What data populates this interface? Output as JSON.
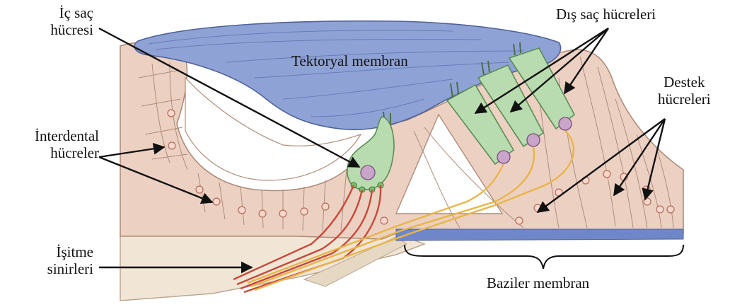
{
  "colors": {
    "tissue": "#ecd1c2",
    "tissue_stroke": "#b08b7a",
    "tectorial": "#8fa2d6",
    "tectorial_stroke": "#4f6299",
    "hair_cell": "#b8dbb0",
    "hair_cell_stroke": "#5b8c55",
    "nerve_red": "#c8493a",
    "nerve_yellow": "#e8b54a",
    "basilar": "#6f86c8",
    "bone": "#f1e6d6"
  },
  "labels": {
    "inner_hair_cell": [
      "İç saç",
      "hücresi"
    ],
    "tectorial_membrane": "Tektoryal membran",
    "outer_hair_cells": "Dış saç hücreleri",
    "support_cells": [
      "Destek",
      "hücreleri"
    ],
    "interdental_cells": [
      "İnterdental",
      "hücreler"
    ],
    "auditory_nerves": [
      "İşitme",
      "sinirleri"
    ],
    "basilar_membrane": "Baziler membran"
  }
}
